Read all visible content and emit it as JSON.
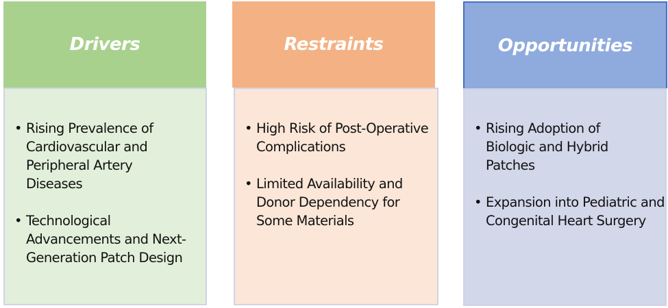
{
  "columns": [
    {
      "title": "Drivers",
      "header_color": "#a9d18e",
      "body_color": "#e2efda",
      "items": [
        "Rising Prevalence of Cardiovascular and Peripheral Artery Diseases",
        "Technological Advancements and Next-Generation Patch Design"
      ]
    },
    {
      "title": "Restraints",
      "header_color": "#f4b183",
      "body_color": "#fbe5d6",
      "items": [
        "High Risk of Post-Operative Complications",
        "Limited Availability and Donor Dependency for Some Materials"
      ]
    },
    {
      "title": "Opportunities",
      "header_color": "#8faadc",
      "header_border_color": "#4472c4",
      "body_color": "#d3d7ea",
      "items": [
        "Rising Adoption of Biologic and Hybrid Patches",
        "Expansion into Pediatric and Congenital Heart Surgery"
      ]
    }
  ]
}
